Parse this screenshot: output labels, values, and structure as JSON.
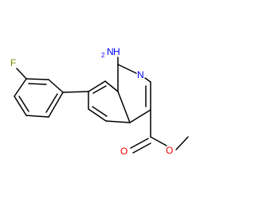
{
  "molecule": {
    "atoms": {
      "amine_n": "N",
      "amine_h": "H",
      "amine_h_count": "2",
      "ring_n": "N",
      "fluorine": "F",
      "carbonyl_o": "O",
      "ester_o": "O"
    },
    "colors": {
      "bond": "#000000",
      "nitrogen": "#0000ff",
      "fluorine": "#7a8f00",
      "oxygen": "#ff0000"
    }
  }
}
